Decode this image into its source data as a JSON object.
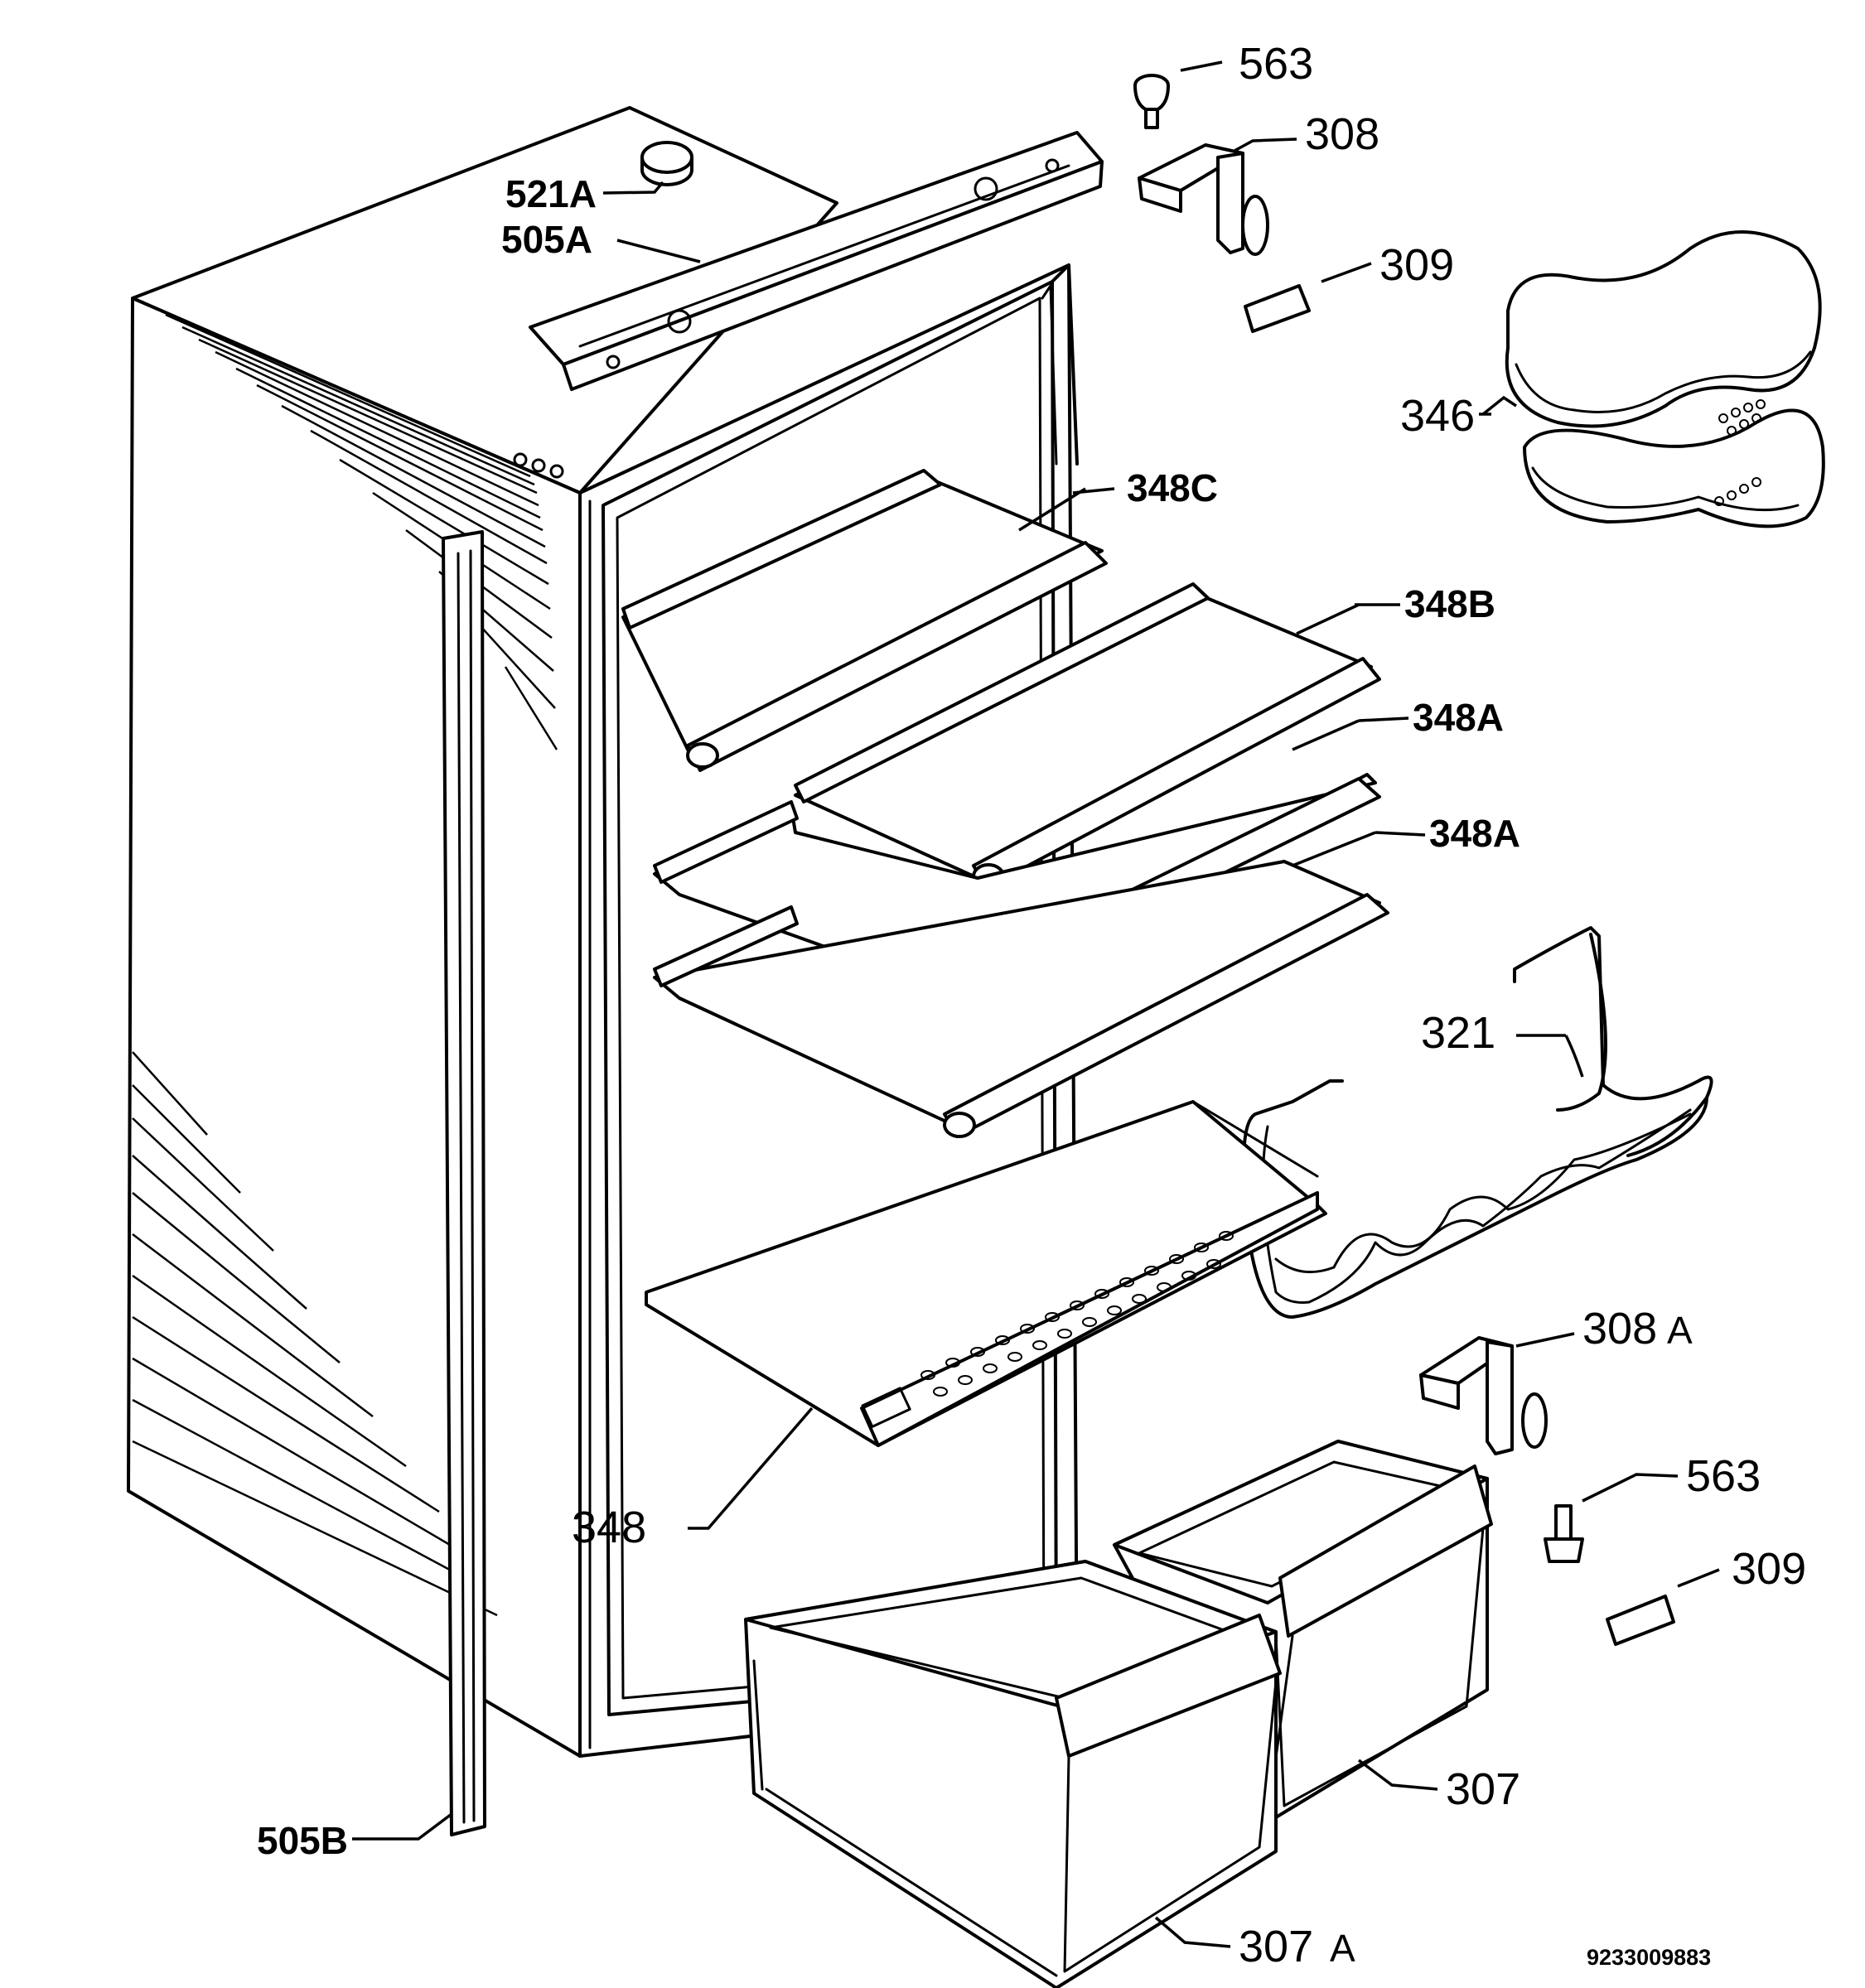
{
  "labels": {
    "563_top": "563",
    "308": "308",
    "309_top": "309",
    "521A": "521A",
    "505A": "505A",
    "346": "346",
    "348C": "348C",
    "348B": "348B",
    "348A_upper": "348A",
    "348A_lower": "348A",
    "321": "321",
    "308A_num": "308",
    "308A_suffix": "A",
    "563_bottom": "563",
    "309_bottom": "309",
    "348": "348",
    "307": "307",
    "307A_num": "307",
    "307A_suffix": "A",
    "505B": "505B"
  },
  "document_number": "9233009883"
}
